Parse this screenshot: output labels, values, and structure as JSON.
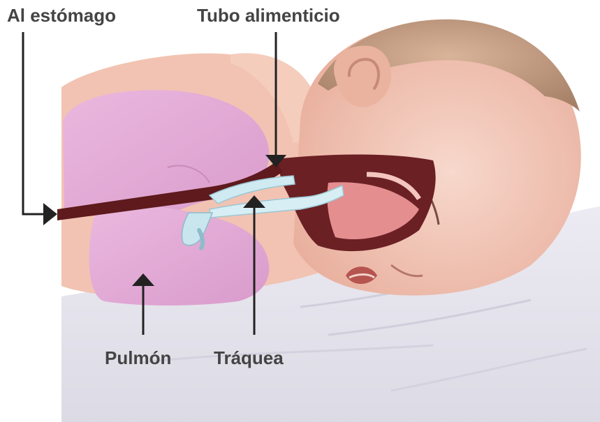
{
  "labels": {
    "stomach": "Al estómago",
    "esophagus": "Tubo alimenticio",
    "lung": "Pulmón",
    "trachea": "Tráquea"
  },
  "colors": {
    "text": "#444444",
    "arrow": "#222222",
    "lung": "#e4a8d6",
    "tube": "#5e1a1c",
    "skin": "#f3c9b8",
    "blanket": "#e7e6ee"
  }
}
